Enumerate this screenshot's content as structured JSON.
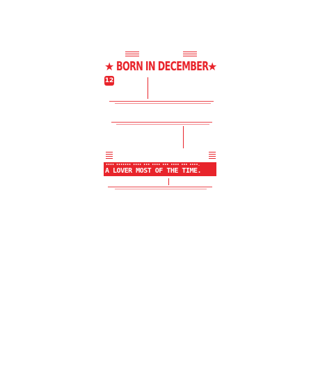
{
  "design": {
    "title": "BORN IN DECEMBER",
    "month_badge": "12",
    "tagline_small": "•••• ••••••• •••• ••• •••• ••• •••• ••• ••••.",
    "tagline_large": "A LOVER MOST OF THE TIME.",
    "accent_color": "#e8242b",
    "background_color": "#ffffff",
    "icons": [
      "star-icon-left",
      "star-icon-right"
    ]
  }
}
